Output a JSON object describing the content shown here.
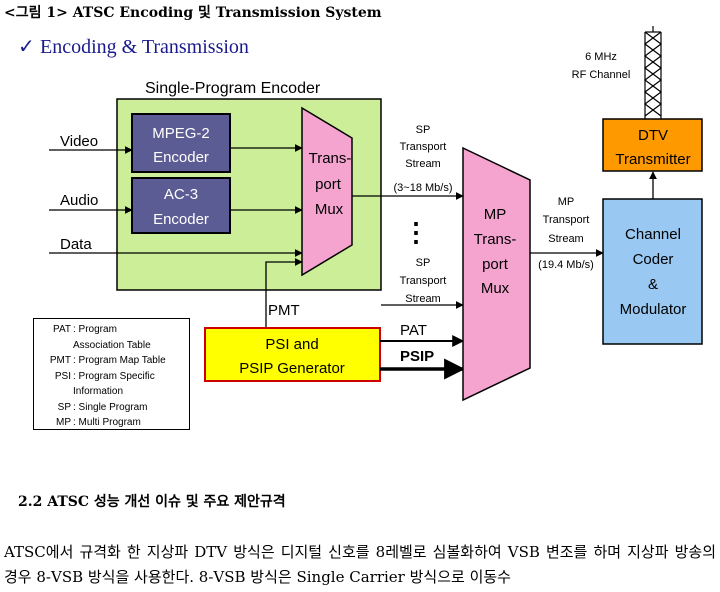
{
  "caption": "<그림 1> ATSC Encoding 및 Transmission System",
  "heading": {
    "check": "✓",
    "text": "Encoding & Transmission"
  },
  "diagram": {
    "encoder_title": "Single-Program Encoder",
    "inputs": {
      "video": "Video",
      "audio": "Audio",
      "data": "Data"
    },
    "mpeg2": [
      "MPEG-2",
      "Encoder"
    ],
    "ac3": [
      "AC-3",
      "Encoder"
    ],
    "transport_mux": [
      "Trans-",
      "port",
      "Mux"
    ],
    "pmt": "PMT",
    "psi": [
      "PSI and",
      "PSIP Generator"
    ],
    "pat": "PAT",
    "psip": "PSIP",
    "sp_stream_top": [
      "SP",
      "Transport",
      "Stream"
    ],
    "sp_rate": "(3~18 Mb/s)",
    "dots": "⋮",
    "sp_stream_bottom": [
      "SP",
      "Transport",
      "Stream"
    ],
    "mp_mux": [
      "MP",
      "Trans-",
      "port",
      "Mux"
    ],
    "mp_stream": [
      "MP",
      "Transport",
      "Stream"
    ],
    "mp_rate": "(19.4 Mb/s)",
    "channel_coder": [
      "Channel",
      "Coder",
      "&",
      "Modulator"
    ],
    "dtv_tx": [
      "DTV",
      "Transmitter"
    ],
    "rf": [
      "6 MHz",
      "RF Channel"
    ]
  },
  "legend": [
    {
      "abbr": "PAT",
      "def": ": Program",
      "cont": "Association Table"
    },
    {
      "abbr": "PMT",
      "def": ": Program Map Table"
    },
    {
      "abbr": "PSI",
      "def": ": Program Specific",
      "cont": "Information"
    },
    {
      "abbr": "SP",
      "def": ": Single Program"
    },
    {
      "abbr": "MP",
      "def": ": Multi Program"
    }
  ],
  "section_heading": "2.2 ATSC 성능 개선 이슈 및 주요 제안규격",
  "body": "ATSC에서 규격화 한 지상파 DTV 방식은 디지털 신호를 8레벨로 심볼화하여 VSB 변조를 하며 지상파 방송의 경우 8-VSB 방식을 사용한다. 8-VSB 방식은 Single Carrier 방식으로 이동수",
  "colors": {
    "encoder_bg": "#ccee99",
    "encoder_box": "#5c5c94",
    "mux": "#f4a4cf",
    "psi": "#ffff00",
    "psi_border": "#cc0000",
    "dtv": "#ff9900",
    "coder": "#99c8f2",
    "heading": "#1a1a8c"
  }
}
